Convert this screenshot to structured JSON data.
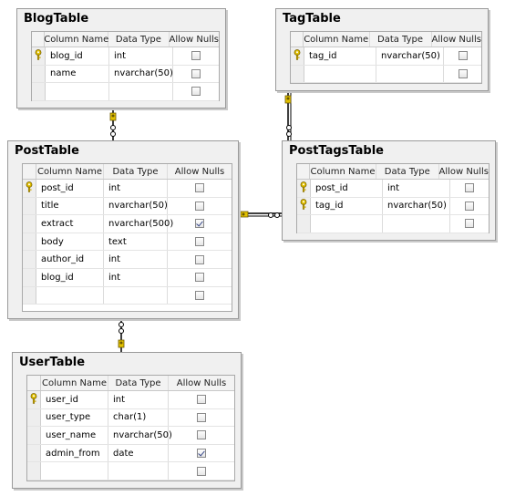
{
  "columns_header": {
    "name": "Column Name",
    "type": "Data Type",
    "nulls": "Allow Nulls"
  },
  "tables": [
    {
      "id": "blogtable",
      "title": "BlogTable",
      "rows": [
        {
          "name": "blog_id",
          "type": "int",
          "nulls": false,
          "key": true
        },
        {
          "name": "name",
          "type": "nvarchar(50)",
          "nulls": false,
          "key": false
        },
        {
          "name": "",
          "type": "",
          "nulls": false,
          "key": false
        }
      ]
    },
    {
      "id": "tagtable",
      "title": "TagTable",
      "rows": [
        {
          "name": "tag_id",
          "type": "nvarchar(50)",
          "nulls": false,
          "key": true
        },
        {
          "name": "",
          "type": "",
          "nulls": false,
          "key": false
        }
      ]
    },
    {
      "id": "posttable",
      "title": "PostTable",
      "rows": [
        {
          "name": "post_id",
          "type": "int",
          "nulls": false,
          "key": true
        },
        {
          "name": "title",
          "type": "nvarchar(50)",
          "nulls": false,
          "key": false
        },
        {
          "name": "extract",
          "type": "nvarchar(500)",
          "nulls": true,
          "key": false
        },
        {
          "name": "body",
          "type": "text",
          "nulls": false,
          "key": false
        },
        {
          "name": "author_id",
          "type": "int",
          "nulls": false,
          "key": false
        },
        {
          "name": "blog_id",
          "type": "int",
          "nulls": false,
          "key": false
        },
        {
          "name": "",
          "type": "",
          "nulls": false,
          "key": false
        }
      ]
    },
    {
      "id": "posttagstable",
      "title": "PostTagsTable",
      "rows": [
        {
          "name": "post_id",
          "type": "int",
          "nulls": false,
          "key": true
        },
        {
          "name": "tag_id",
          "type": "nvarchar(50)",
          "nulls": false,
          "key": true
        },
        {
          "name": "",
          "type": "",
          "nulls": false,
          "key": false
        }
      ]
    },
    {
      "id": "usertable",
      "title": "UserTable",
      "rows": [
        {
          "name": "user_id",
          "type": "int",
          "nulls": false,
          "key": true
        },
        {
          "name": "user_type",
          "type": "char(1)",
          "nulls": false,
          "key": false
        },
        {
          "name": "user_name",
          "type": "nvarchar(50)",
          "nulls": false,
          "key": false
        },
        {
          "name": "admin_from",
          "type": "date",
          "nulls": true,
          "key": false
        },
        {
          "name": "",
          "type": "",
          "nulls": false,
          "key": false
        }
      ]
    }
  ],
  "relationships": [
    {
      "from": "BlogTable",
      "to": "PostTable"
    },
    {
      "from": "TagTable",
      "to": "PostTagsTable"
    },
    {
      "from": "PostTable",
      "to": "PostTagsTable"
    },
    {
      "from": "UserTable",
      "to": "PostTable"
    }
  ],
  "colors": {
    "key": "#d8b400",
    "line": "#000000",
    "box_bg": "#f0f0f0"
  }
}
